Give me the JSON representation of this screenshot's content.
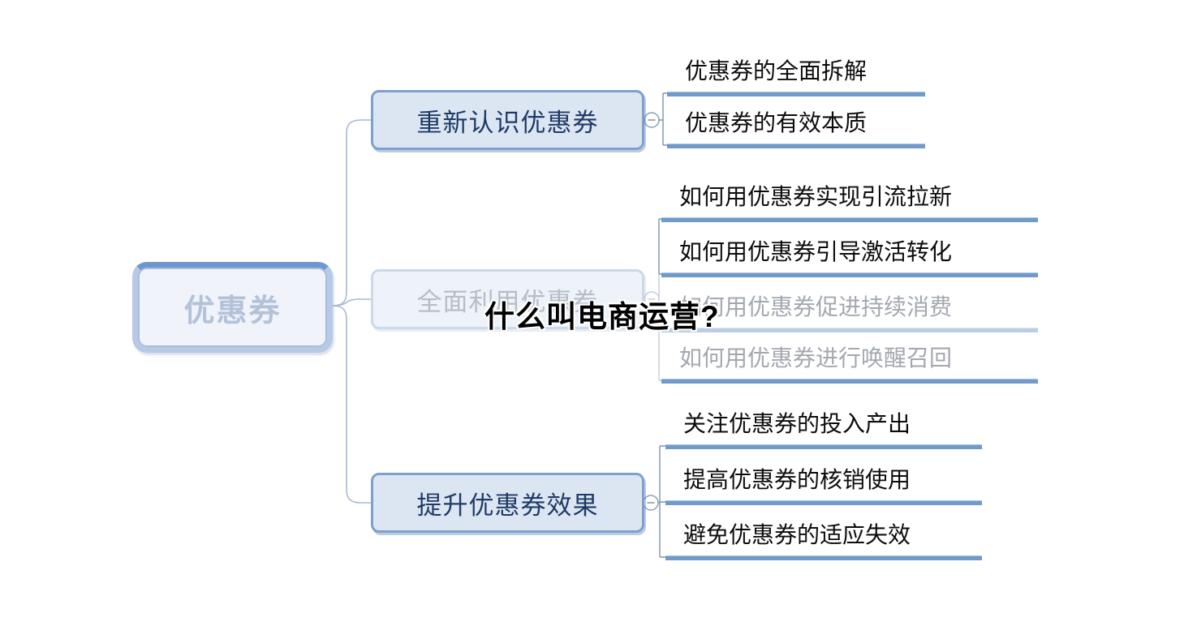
{
  "caption": {
    "text": "什么叫电商运营?"
  },
  "root": {
    "label": "优惠券"
  },
  "branches": [
    {
      "label": "重新认识优惠券",
      "faded": false,
      "handle": "collapse-minus",
      "children": [
        {
          "label": "优惠券的全面拆解",
          "faded": false
        },
        {
          "label": "优惠券的有效本质",
          "faded": false
        }
      ]
    },
    {
      "label": "全面利用优惠券",
      "faded": true,
      "handle": "collapse-minus",
      "children": [
        {
          "label": "如何用优惠券实现引流拉新",
          "faded": false
        },
        {
          "label": "如何用优惠券引导激活转化",
          "faded": false
        },
        {
          "label": "如何用优惠券促进持续消费",
          "faded": true
        },
        {
          "label": "如何用优惠券进行唤醒召回",
          "faded": true
        }
      ]
    },
    {
      "label": "提升优惠券效果",
      "faded": false,
      "handle": "collapse-minus",
      "children": [
        {
          "label": "关注优惠券的投入产出",
          "faded": false
        },
        {
          "label": "提高优惠券的核销使用",
          "faded": false
        },
        {
          "label": "避免优惠券的适应失效",
          "faded": false
        }
      ]
    }
  ],
  "colors": {
    "leaf_underline": "#6f9aca",
    "leaf_underline_faded": "#bccde2",
    "branch_fill": "#dce6f2",
    "branch_border": "#7da1cc",
    "branch_text": "#1e3a66",
    "root_fill": "#f0f4fa",
    "root_border": "#b7c9e5",
    "root_border_top": "#6e97cd",
    "root_text": "#b3c2d9",
    "connector": "#a8bacf",
    "spine": "#7f93ab",
    "faded_text": "#a3a8b0",
    "caption_text": "#000000"
  }
}
